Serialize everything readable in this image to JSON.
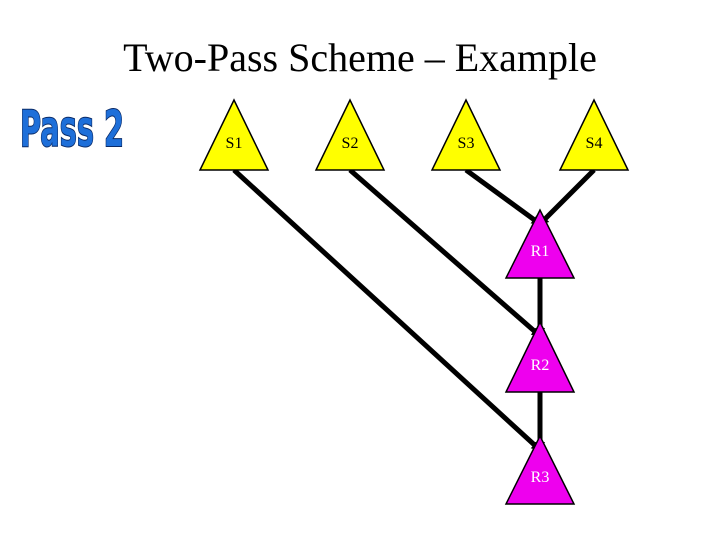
{
  "title": "Two-Pass Scheme – Example",
  "pass_badge": {
    "text": "Pass 2",
    "color": "#1e6fd9",
    "outline": "#0a2a66"
  },
  "colors": {
    "source_fill": "#ffff00",
    "result_fill": "#ee00ee",
    "stroke": "#000000"
  },
  "nodes": [
    {
      "id": "S1",
      "label": "S1",
      "kind": "source"
    },
    {
      "id": "S2",
      "label": "S2",
      "kind": "source"
    },
    {
      "id": "S3",
      "label": "S3",
      "kind": "source"
    },
    {
      "id": "S4",
      "label": "S4",
      "kind": "source"
    },
    {
      "id": "R1",
      "label": "R1",
      "kind": "result"
    },
    {
      "id": "R2",
      "label": "R2",
      "kind": "result"
    },
    {
      "id": "R3",
      "label": "R3",
      "kind": "result"
    }
  ],
  "edges": [
    {
      "from": "S3",
      "to": "R1"
    },
    {
      "from": "S4",
      "to": "R1"
    },
    {
      "from": "R1",
      "to": "R2"
    },
    {
      "from": "S2",
      "to": "R2"
    },
    {
      "from": "R2",
      "to": "R3"
    },
    {
      "from": "S1",
      "to": "R3"
    }
  ]
}
